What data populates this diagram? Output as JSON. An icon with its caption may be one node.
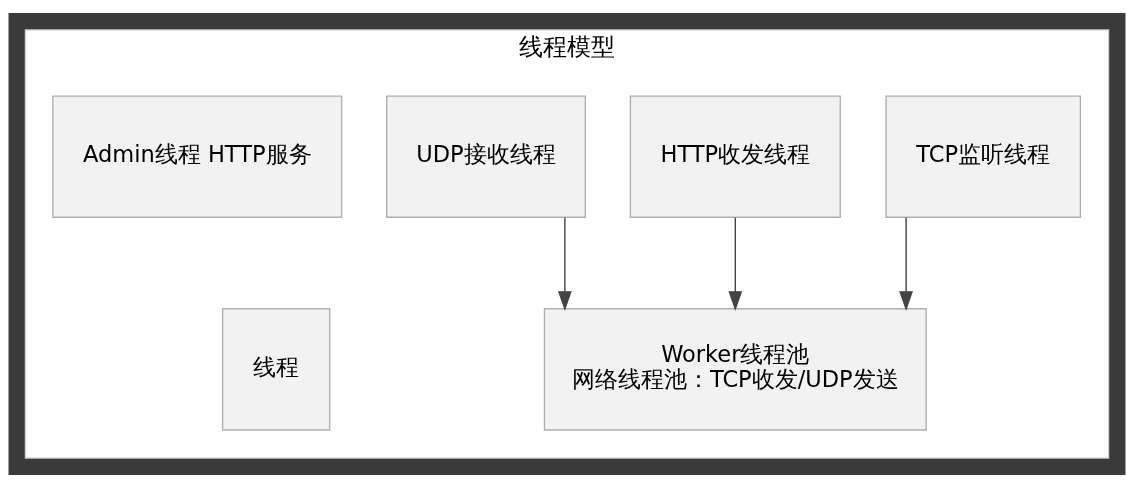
{
  "diagram": {
    "nodes": [
      {
        "text": [
          "线程模型"
        ]
      },
      {
        "text": [
          "TCP监听线程"
        ],
        "in": 0
      },
      {
        "text": [
          "HTTP收发线程"
        ],
        "in": 0
      },
      {
        "text": [
          "UDP接收线程"
        ],
        "in": 0
      },
      {
        "text": [
          "Admin线程 HTTP服务"
        ],
        "in": 0
      },
      {
        "text": [
          "Worker线程池",
          "网络线程池：TCP收发/UDP发送"
        ],
        "in": 0
      },
      {
        "text": [
          "线程"
        ],
        "in": 0
      }
    ],
    "edges": [
      {
        "from": 1,
        "to": 5,
        "arrow": "to"
      },
      {
        "from": 2,
        "to": 5,
        "arrow": "to"
      },
      {
        "from": 3,
        "to": 5,
        "arrow": "to"
      }
    ]
  }
}
